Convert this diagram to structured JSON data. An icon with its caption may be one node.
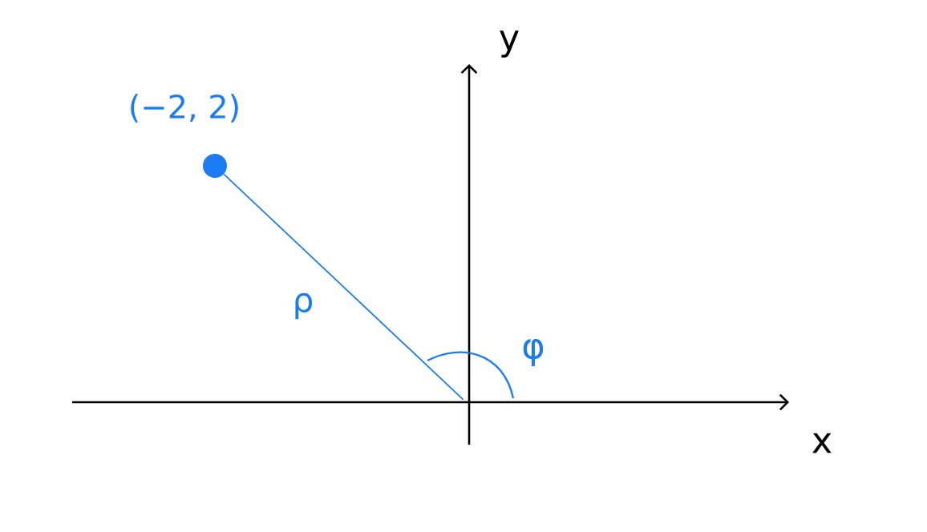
{
  "diagram": {
    "nodes": [
      {
        "text": [],
        "shape": "circle",
        "beside": [
          "(−2, 2)"
        ]
      },
      {
        "text": [],
        "shape": "arc",
        "beside": [
          "φ"
        ]
      }
    ],
    "edges": [
      {
        "from": 0,
        "to": 1,
        "arrow": "none",
        "label": "ρ"
      }
    ],
    "labels": [
      "y",
      "x"
    ]
  }
}
